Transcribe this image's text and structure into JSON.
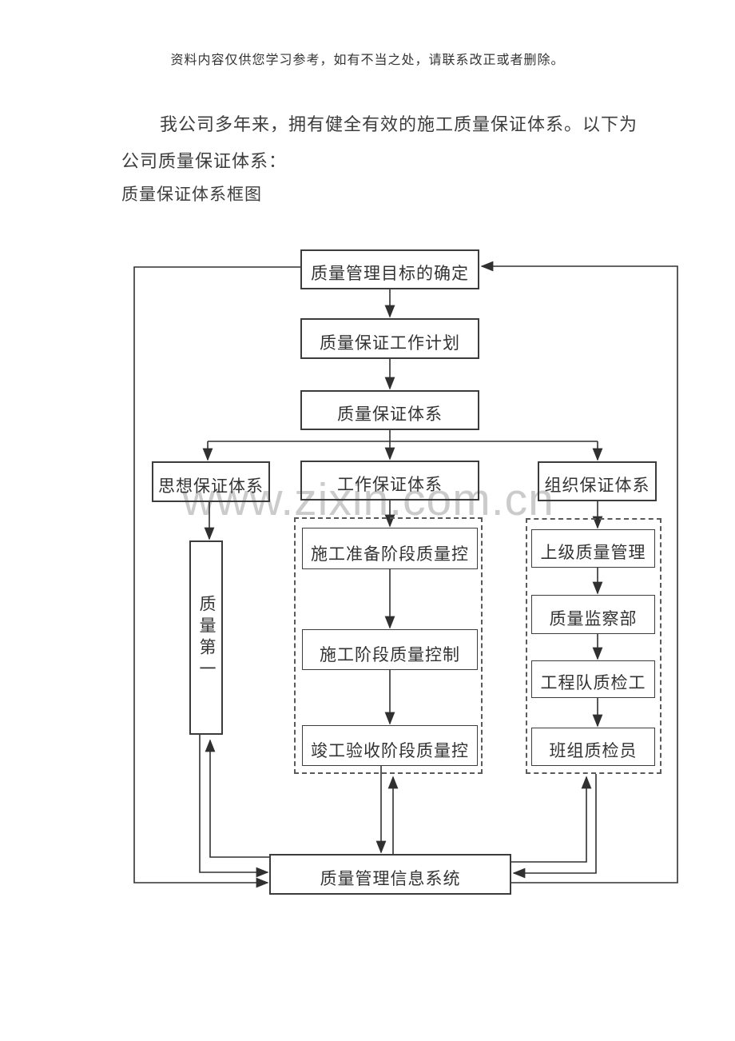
{
  "page": {
    "disclaimer": "资料内容仅供您学习参考，如有不当之处，请联系改正或者删除。",
    "intro_line1": "我公司多年来，拥有健全有效的施工质量保证体系。以下为",
    "intro_line2": "公司质量保证体系：",
    "caption": "质量保证体系框图",
    "watermark": "www.zixin.com.cn"
  },
  "diagram": {
    "nodes": {
      "goal": "质量管理目标的确定",
      "plan": "质量保证工作计划",
      "system": "质量保证体系",
      "thought": "思想保证体系",
      "work": "工作保证体系",
      "org": "组织保证体系",
      "quality_first": "质量第一",
      "prep_stage": "施工准备阶段质量控",
      "construction_stage": "施工阶段质量控制",
      "completion_stage": "竣工验收阶段质量控",
      "upper_management": "上级质量管理",
      "supervision_dept": "质量监察部",
      "team_inspector": "工程队质检工",
      "crew_inspector": "班组质检员",
      "info_system": "质量管理信息系统"
    },
    "colors": {
      "line": "#303030",
      "border": "#3c3c3c",
      "text": "#333333",
      "watermark": "#cbcbcb"
    }
  }
}
